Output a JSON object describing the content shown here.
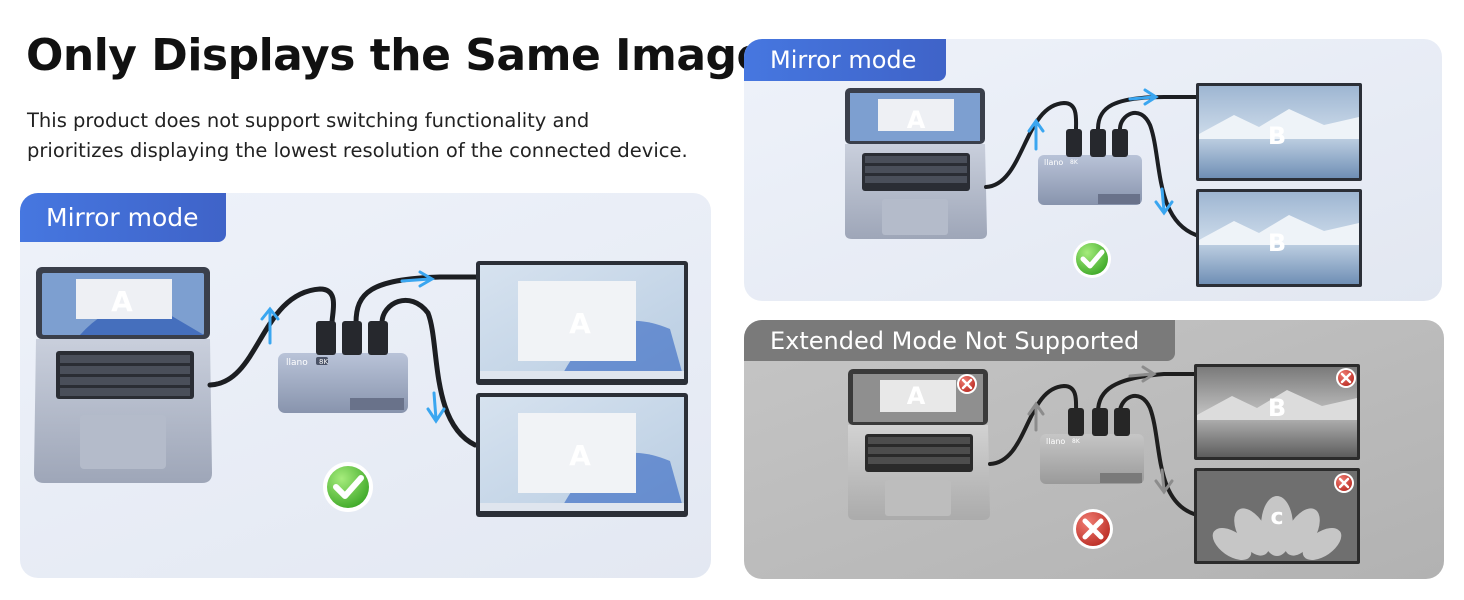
{
  "heading": {
    "title": "Only Displays the Same Image",
    "description_line1": "This product does not support switching functionality and",
    "description_line2": "prioritizes displaying the lowest resolution of the connected device."
  },
  "panel_mirror_large": {
    "tag": "Mirror mode",
    "laptop_label": "A",
    "display_top_label": "A",
    "display_bottom_label": "A",
    "hub_brand": "llano",
    "hub_badge": "8K",
    "status_icon": "check-icon"
  },
  "panel_mirror_small": {
    "tag": "Mirror mode",
    "laptop_label": "A",
    "display_top_label": "B",
    "display_bottom_label": "B",
    "hub_brand": "llano",
    "hub_badge": "8K",
    "status_icon": "check-icon"
  },
  "panel_extended": {
    "tag": "Extended Mode Not Supported",
    "laptop_label": "A",
    "display_top_label": "B",
    "display_bottom_label": "c",
    "hub_brand": "llano",
    "hub_badge": "8K",
    "status_icon": "cross-icon"
  },
  "colors": {
    "accent_blue": "#4677e0",
    "check_green": "#5cc83a",
    "cross_red": "#d8403a",
    "arrow_blue": "#3aa6f0"
  }
}
